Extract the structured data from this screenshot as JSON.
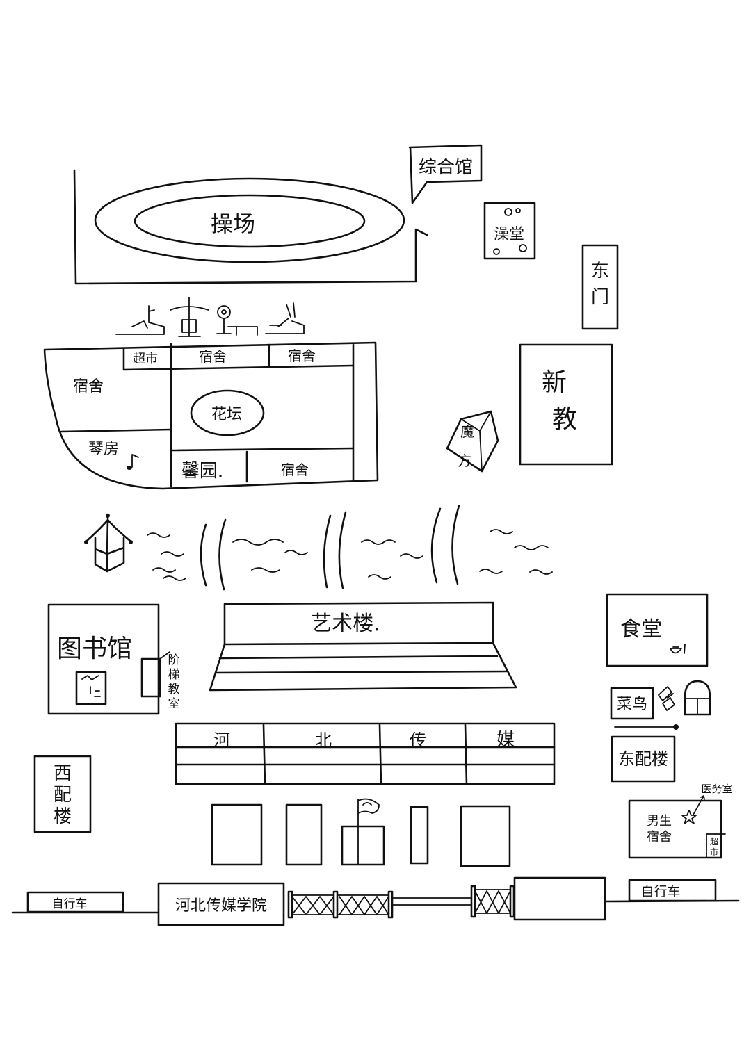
{
  "labels": {
    "sports_complex": "综合馆",
    "playground": "操场",
    "bathhouse": "澡堂",
    "east_gate": "东门",
    "supermarket_north": "超市",
    "dorm_top_a": "宿舍",
    "dorm_top_b": "宿舍",
    "dorm_left": "宿舍",
    "flower_bed": "花坛",
    "piano_room": "琴房",
    "garden": "馨园.",
    "dorm_bottom": "宿舍",
    "new_teaching_line1": "新",
    "new_teaching_line2": "教",
    "rubiks_line1": "魔",
    "rubiks_line2": "方",
    "library": "图书馆",
    "stair_classroom": [
      "阶",
      "梯",
      "教",
      "室"
    ],
    "art_building": "艺术楼.",
    "main_he": "河",
    "main_bei": "北",
    "main_chuan": "传",
    "main_mei": "媒",
    "canteen": "食堂",
    "cainiao": "菜鸟",
    "east_annex": "东配楼",
    "west_annex": [
      "西",
      "配",
      "楼"
    ],
    "boys_dorm_line1": "男生",
    "boys_dorm_line2": "宿舍",
    "clinic": "医务室",
    "supermarket_south": [
      "超",
      "市"
    ],
    "bike_left": "自行车",
    "bike_right": "自行车",
    "school_gate": "河北传媒学院"
  },
  "icons": [
    "fitness-equipment-icon",
    "pavilion-icon",
    "music-note-icon",
    "tea-icon",
    "star-icon",
    "fan-icon",
    "flag-icon",
    "painting-icon"
  ]
}
